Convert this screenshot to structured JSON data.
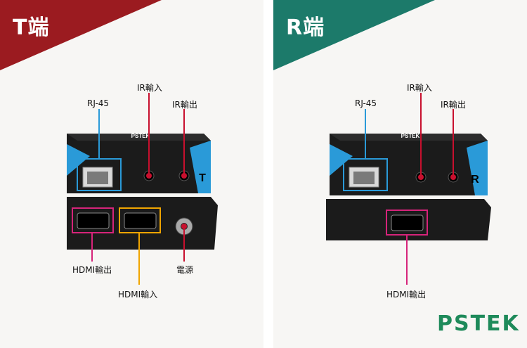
{
  "left_panel": {
    "title": "T端",
    "banner_color": "#9b1b20",
    "labels": {
      "rj45": "RJ-45",
      "ir_in": "IR輸入",
      "ir_out": "IR輸出",
      "hdmi_out": "HDMI輸出",
      "hdmi_in": "HDMI輸入",
      "power": "電源"
    },
    "device_badge": "T"
  },
  "right_panel": {
    "title": "R端",
    "banner_color": "#1c7a6a",
    "labels": {
      "rj45": "RJ-45",
      "ir_in": "IR輸入",
      "ir_out": "IR輸出",
      "hdmi_out": "HDMI輸出"
    },
    "device_badge": "R"
  },
  "brand": {
    "logo_text": "PSTEK",
    "device_brand": "PSTEK",
    "color": "#1e8a5a"
  },
  "colors": {
    "rj45": "#2a9ad8",
    "ir": "#c8102e",
    "hdmi_out": "#d6247a",
    "hdmi_in": "#f0a500",
    "power": "#c8102e"
  }
}
